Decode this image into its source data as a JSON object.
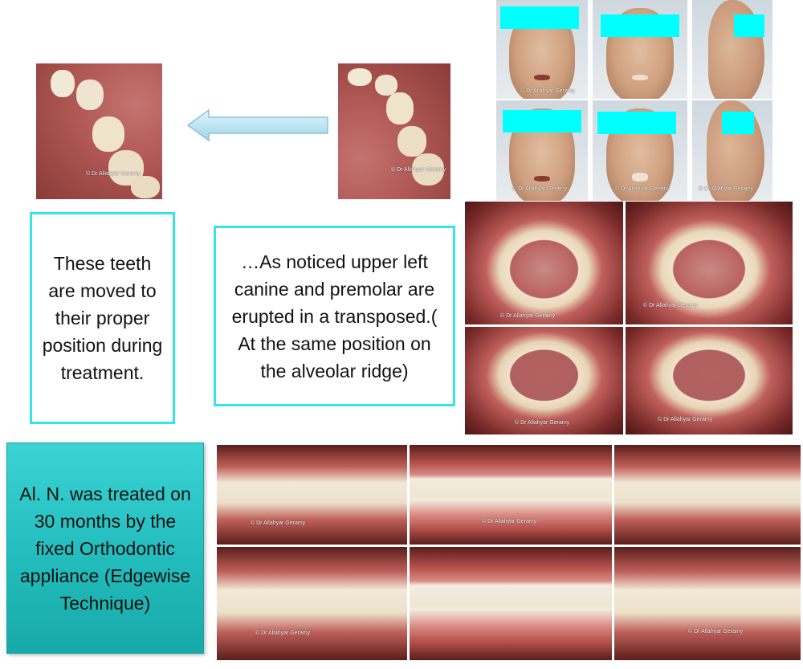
{
  "callouts": {
    "left": "These teeth are moved to their proper position during treatment.",
    "middle": "…As noticed upper left canine and premolar are erupted in a transposed.( At the same position on the alveolar ridge)",
    "treatment": "Al. N. was treated on 30 months by the fixed Orthodontic appliance (Edgewise Technique)"
  },
  "watermark": "© Dr Allahyar Geramy",
  "colors": {
    "redaction": "#00ffff",
    "callout_border": "#35e4e4",
    "callout_fill": "#23bcbc",
    "arrow_fill": "#bfe6f2"
  },
  "icons": {
    "arrow": "left-arrow-icon"
  }
}
